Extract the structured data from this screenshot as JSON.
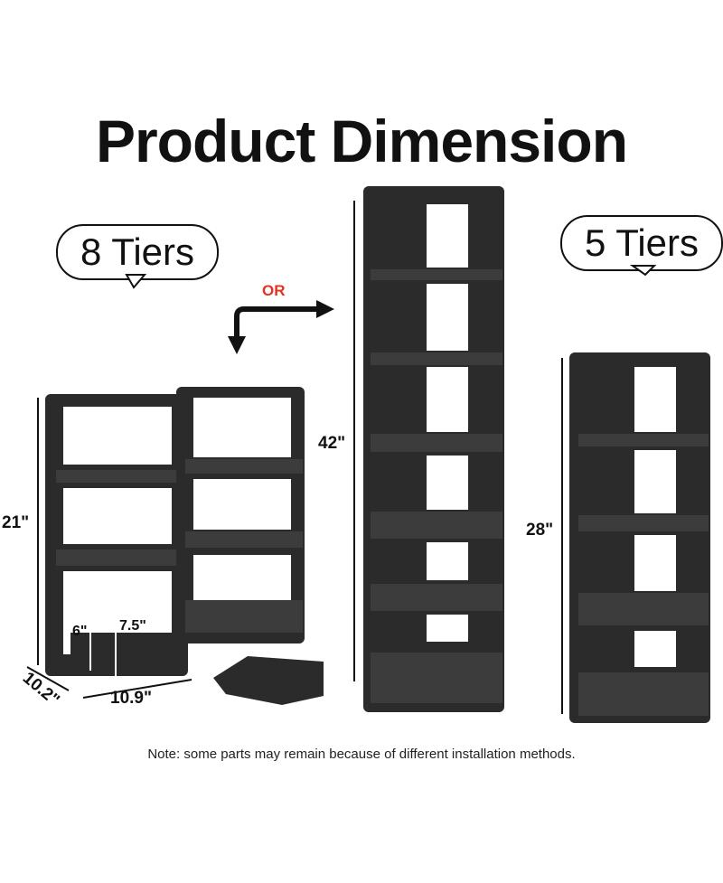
{
  "title": "Product Dimension",
  "labels": {
    "tiers8": "8 Tiers",
    "tiers5": "5 Tiers",
    "or": "OR"
  },
  "dimensions": {
    "height_small": "21\"",
    "height_tall": "42\"",
    "height_mid": "28\"",
    "inner_short": "6\"",
    "inner_tall": "7.5\"",
    "depth": "10.2\"",
    "width": "10.9\""
  },
  "note": "Note: some parts may remain because of different installation methods.",
  "colors": {
    "shelf": "#2b2b2b",
    "accent": "#e23222"
  }
}
